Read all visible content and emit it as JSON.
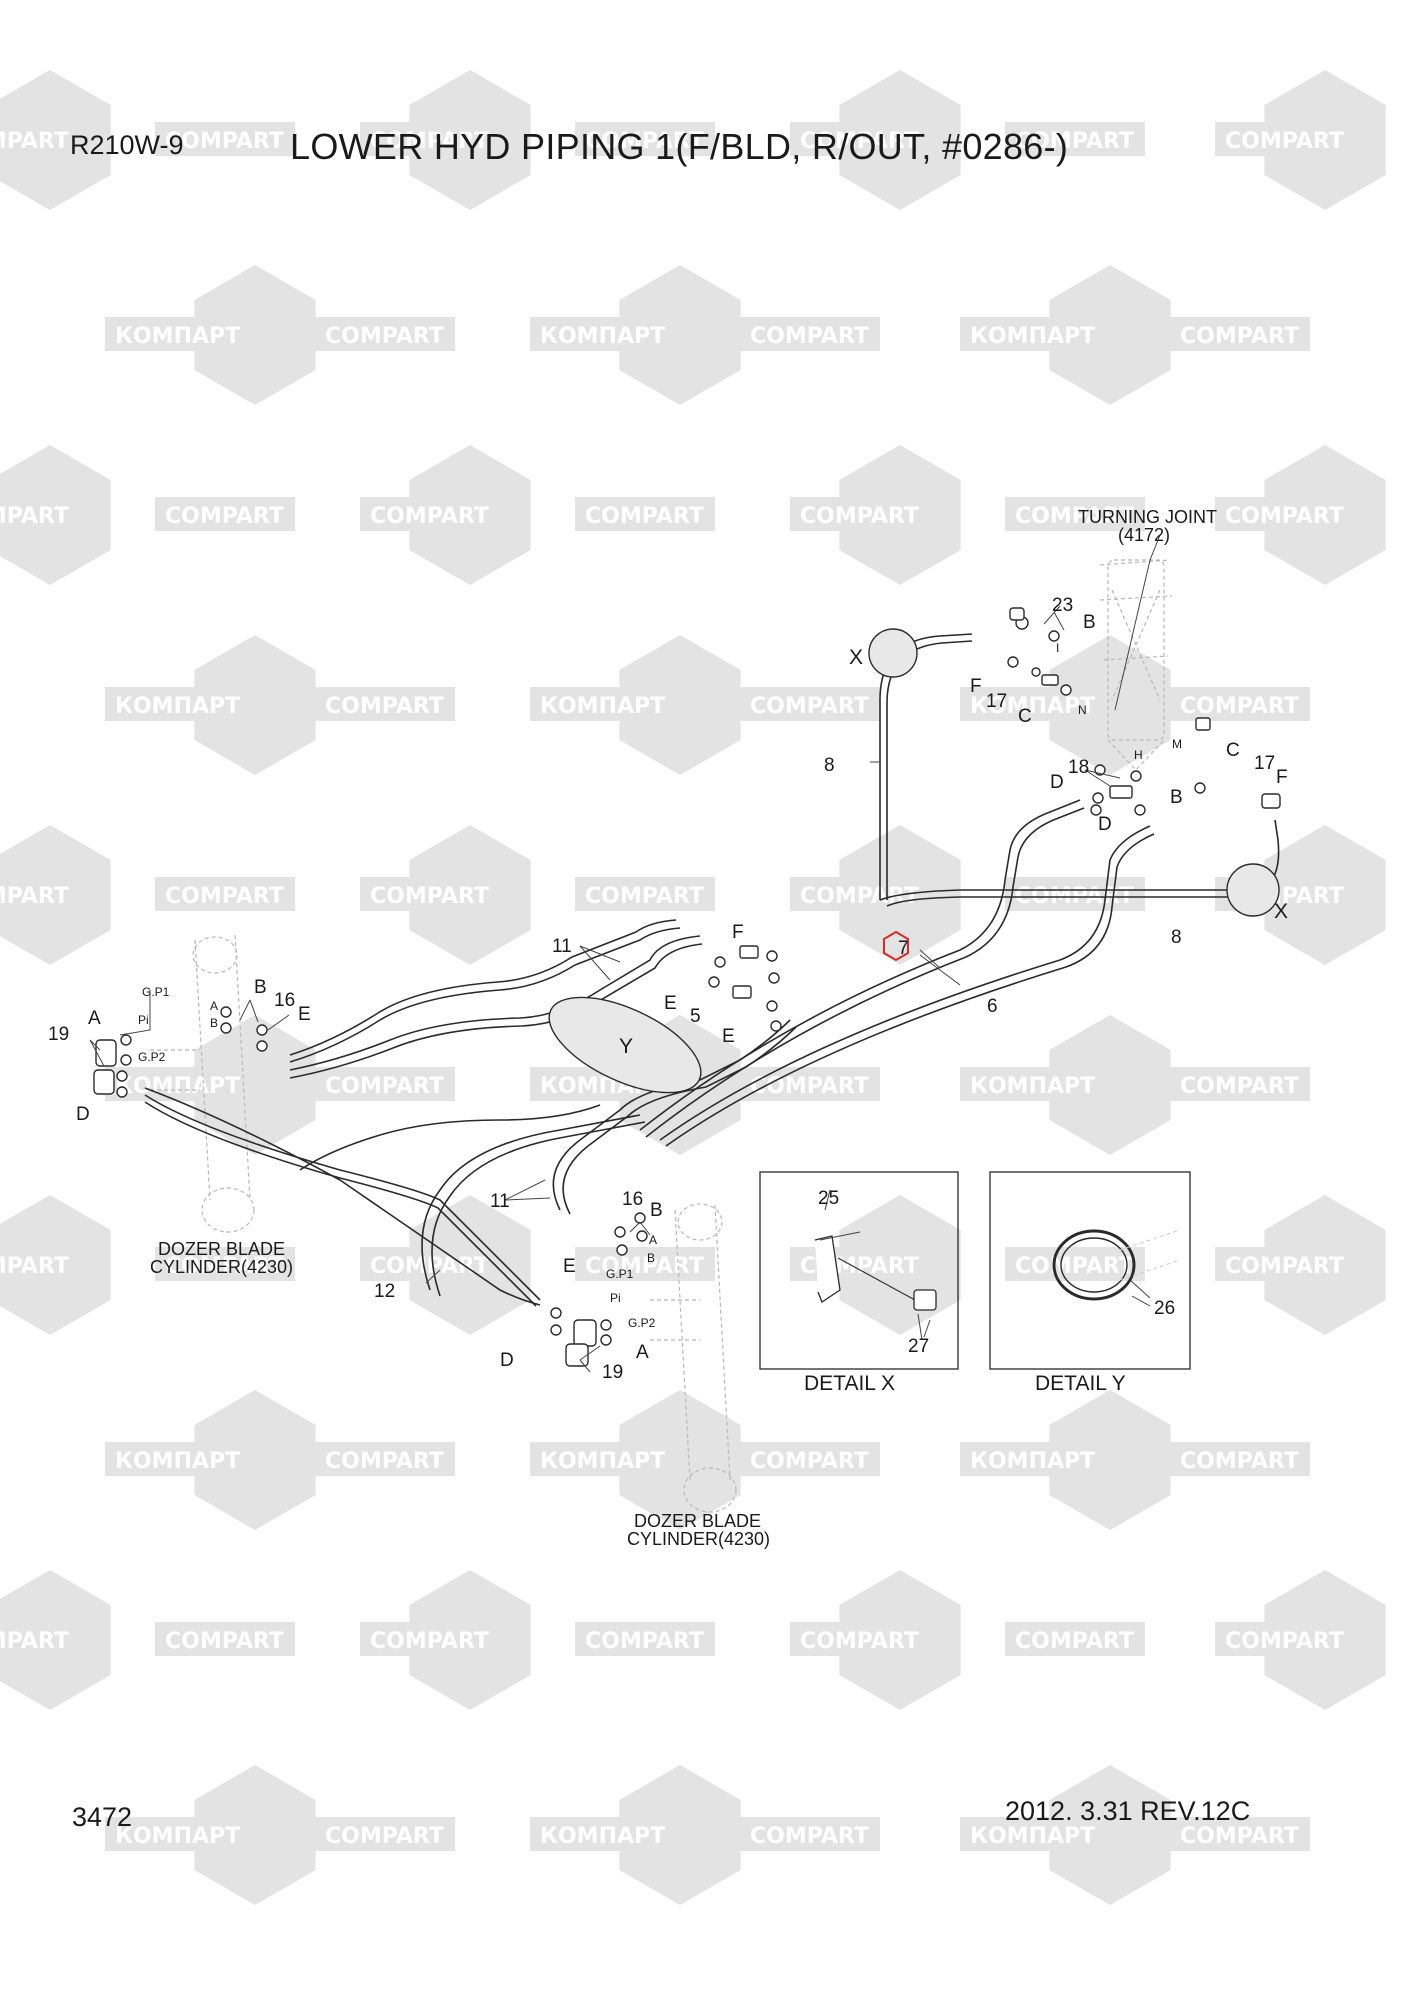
{
  "header": {
    "model": "R210W-9",
    "title": "LOWER HYD PIPING 1(F/BLD, R/OUT, #0286-)"
  },
  "footer": {
    "page_number": "3472",
    "date_revision": "2012. 3.31  REV.12C"
  },
  "watermark": {
    "words": [
      "КОМПАРТ",
      "COMPART"
    ],
    "color": "#e3e3e3"
  },
  "highlight_color": "#d62b2b",
  "labels": {
    "turning_joint": "TURNING JOINT",
    "turning_joint_ref": "(4172)",
    "dozer_cylinder_left": "DOZER BLADE",
    "dozer_cylinder_left_ref": "CYLINDER(4230)",
    "dozer_cylinder_right": "DOZER BLADE",
    "dozer_cylinder_right_ref": "CYLINDER(4230)",
    "detail_x": "DETAIL  X",
    "detail_y": "DETAIL  Y",
    "x": "X",
    "y": "Y",
    "port_gp1": "G.P1",
    "port_gp2": "G.P2",
    "port_pi": "Pi",
    "port_a": "A",
    "port_b": "B",
    "tj_i": "I",
    "tj_n": "N",
    "tj_m": "M",
    "tj_h": "H"
  },
  "callouts": {
    "c23": "23",
    "c8a": "8",
    "c8b": "8",
    "c18": "18",
    "c17a": "17",
    "c17b": "17",
    "c11a": "11",
    "c11b": "11",
    "c7": "7",
    "c6": "6",
    "c5": "5",
    "c16a": "16",
    "c16b": "16",
    "c19a": "19",
    "c19b": "19",
    "c12": "12",
    "c25": "25",
    "c27": "27",
    "c26": "26",
    "lA1": "A",
    "lA2": "A",
    "lB1": "B",
    "lB2": "B",
    "lB3": "B",
    "lB4": "B",
    "lC1": "C",
    "lC2": "C",
    "lD1": "D",
    "lD2": "D",
    "lD3": "D",
    "lD4": "D",
    "lE1": "E",
    "lE2": "E",
    "lE3": "E",
    "lE4": "E",
    "lF1": "F",
    "lF2": "F",
    "lF3": "F"
  }
}
